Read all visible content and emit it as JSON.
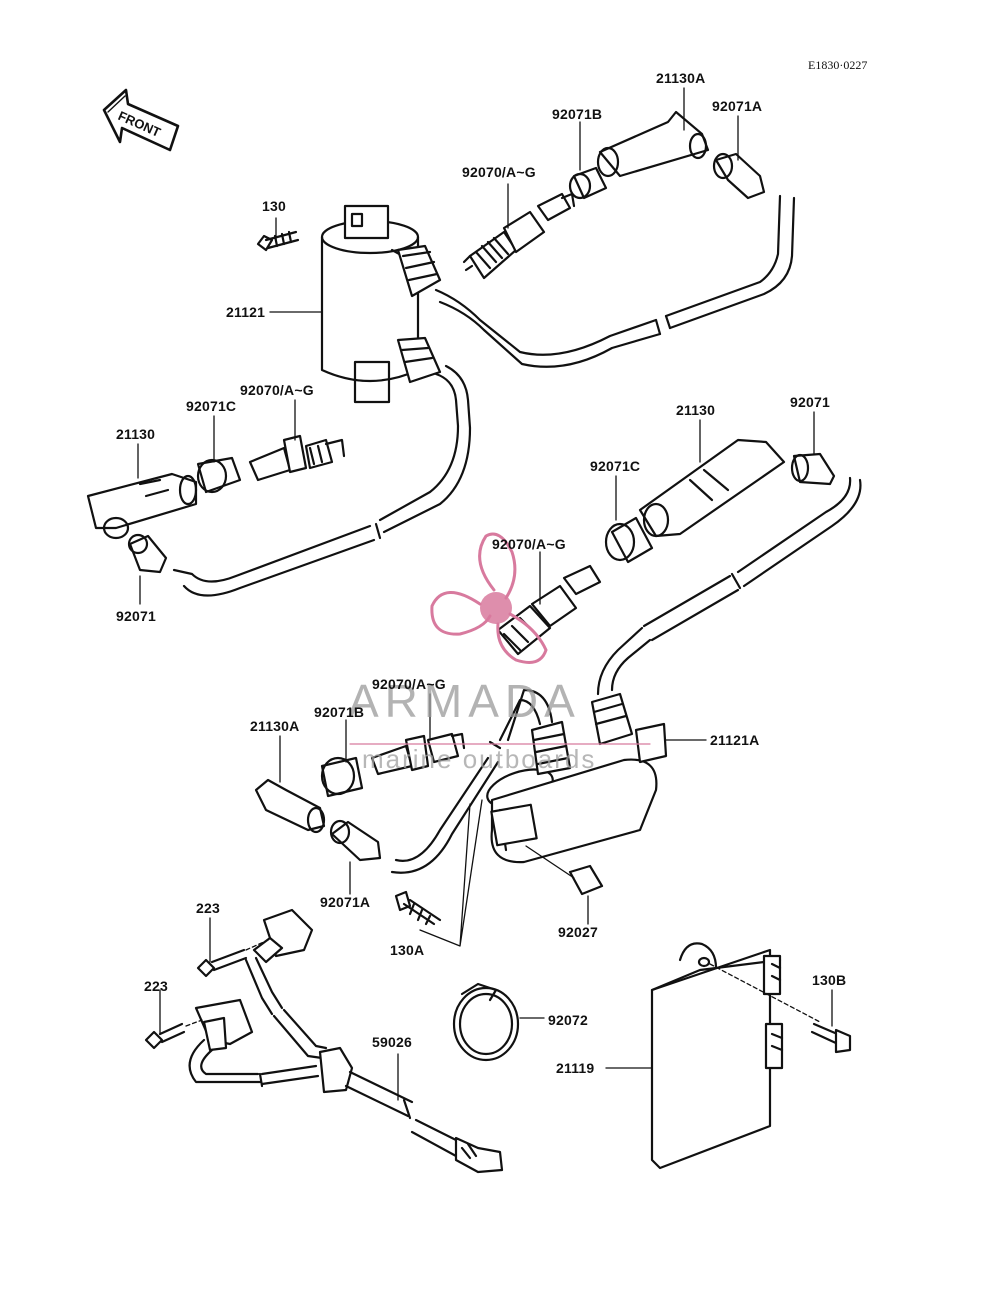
{
  "drawing_code": "E1830·0227",
  "front_label": "FRONT",
  "watermark": {
    "name": "ARMADA",
    "subtitle": "marine outboards",
    "logo_color": "#d87a9e"
  },
  "labels": [
    {
      "id": "130",
      "text": "130"
    },
    {
      "id": "21121",
      "text": "21121"
    },
    {
      "id": "92070-top",
      "text": "92070/A~G"
    },
    {
      "id": "92071b-top",
      "text": "92071B"
    },
    {
      "id": "21130a-top",
      "text": "21130A"
    },
    {
      "id": "92071a-top",
      "text": "92071A"
    },
    {
      "id": "92070-left",
      "text": "92070/A~G"
    },
    {
      "id": "92071c-left",
      "text": "92071C"
    },
    {
      "id": "21130-left",
      "text": "21130"
    },
    {
      "id": "92071-left",
      "text": "92071"
    },
    {
      "id": "21130-right",
      "text": "21130"
    },
    {
      "id": "92071-right",
      "text": "92071"
    },
    {
      "id": "92071c-right",
      "text": "92071C"
    },
    {
      "id": "92070-mid",
      "text": "92070/A~G"
    },
    {
      "id": "92070-low",
      "text": "92070/A~G"
    },
    {
      "id": "92071b-low",
      "text": "92071B"
    },
    {
      "id": "21130a-low",
      "text": "21130A"
    },
    {
      "id": "21121a",
      "text": "21121A"
    },
    {
      "id": "92071a-low",
      "text": "92071A"
    },
    {
      "id": "130a",
      "text": "130A"
    },
    {
      "id": "92027",
      "text": "92027"
    },
    {
      "id": "223-top",
      "text": "223"
    },
    {
      "id": "223-bot",
      "text": "223"
    },
    {
      "id": "92072",
      "text": "92072"
    },
    {
      "id": "59026",
      "text": "59026"
    },
    {
      "id": "130b",
      "text": "130B"
    },
    {
      "id": "21119",
      "text": "21119"
    }
  ]
}
